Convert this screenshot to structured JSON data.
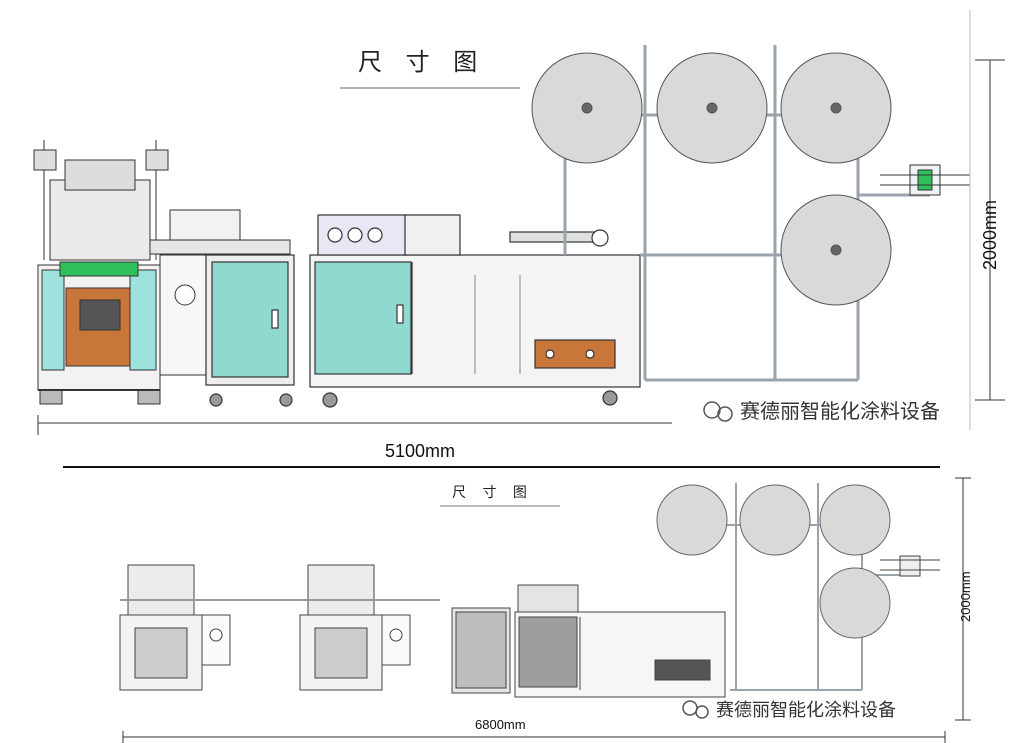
{
  "diagram1": {
    "title": "尺 寸 图",
    "length_label": "5100mm",
    "height_label": "2000mm",
    "watermark": "赛德丽智能化涂料设备"
  },
  "diagram2": {
    "title": "尺 寸 图",
    "length_label": "6800mm",
    "height_label": "2000mm",
    "watermark": "赛德丽智能化涂料设备"
  },
  "colors": {
    "teal_panel": "#8fd9d0",
    "copper_panel": "#c8763a",
    "green_belt": "#2ec05c",
    "roll_fill": "#d9d9d9",
    "frame": "#9aa3ad",
    "outline": "#333333"
  }
}
